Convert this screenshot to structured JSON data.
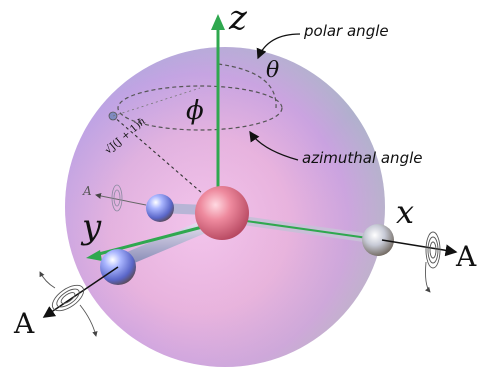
{
  "diagram": {
    "axes": {
      "z": "z",
      "x": "x",
      "y": "y"
    },
    "labels": {
      "polar_angle": "polar angle",
      "azimuthal_angle": "azimuthal angle",
      "theta": "θ",
      "phi": "ϕ",
      "radius": "√J(J + 1)ℏ"
    },
    "amplitude_labels": {
      "right": "A",
      "left": "A",
      "back": "A"
    },
    "colors": {
      "axis_green": "#2fa84f",
      "sphere_pink": "#e9b6dc",
      "sphere_blue": "#9aa6e6",
      "center_atom": "#e0607a",
      "outer_atom": "#7f8fd8"
    }
  }
}
